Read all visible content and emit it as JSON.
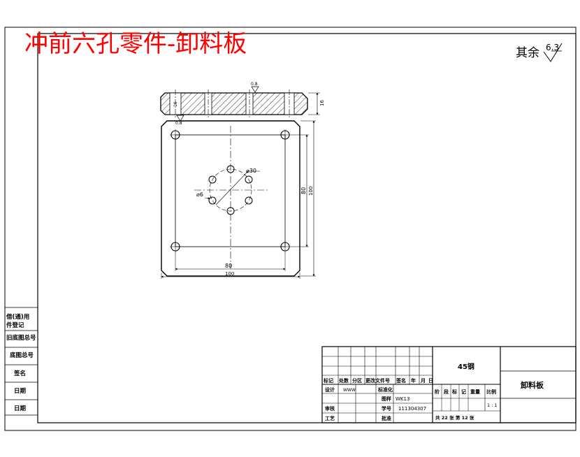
{
  "drawing": {
    "title": "冲前六孔零件-卸料板",
    "roughness": {
      "prefix": "其余",
      "value": "6.3"
    },
    "part": {
      "side_view": {
        "roughness": "0.8",
        "thickness": "16",
        "side_label": "16"
      },
      "front_view": {
        "roughness": "0.8",
        "dims": {
          "pitch_circle": "⌀30",
          "hole": "⌀6",
          "inner_horizontal": "80",
          "outer_horizontal": "100",
          "inner_vertical": "80",
          "outer_vertical": "100"
        }
      }
    },
    "left_block": [
      "借(通)用",
      "件登记",
      "旧底图总号",
      "底图总号",
      "签名",
      "日期",
      "日期"
    ],
    "title_block": {
      "material": "45钢",
      "part_name": "卸料板",
      "row_header": [
        "标记",
        "处数",
        "分区",
        "更改文件号",
        "签名",
        "年",
        "月",
        "日"
      ],
      "design_label": "设计",
      "design_name": "WWW",
      "standardize_label": "标准化",
      "drawing_code_label": "图样",
      "drawing_code": "WK13",
      "review_label": "审核",
      "student_no_label": "学号",
      "student_no": "111304307",
      "process_label": "工艺",
      "approve_label": "批准",
      "stage_header": [
        "阶",
        "段",
        "标",
        "记",
        "重量",
        "比例"
      ],
      "scale": "1 : 1",
      "sheets": "共 22 张    第 12 张"
    }
  }
}
